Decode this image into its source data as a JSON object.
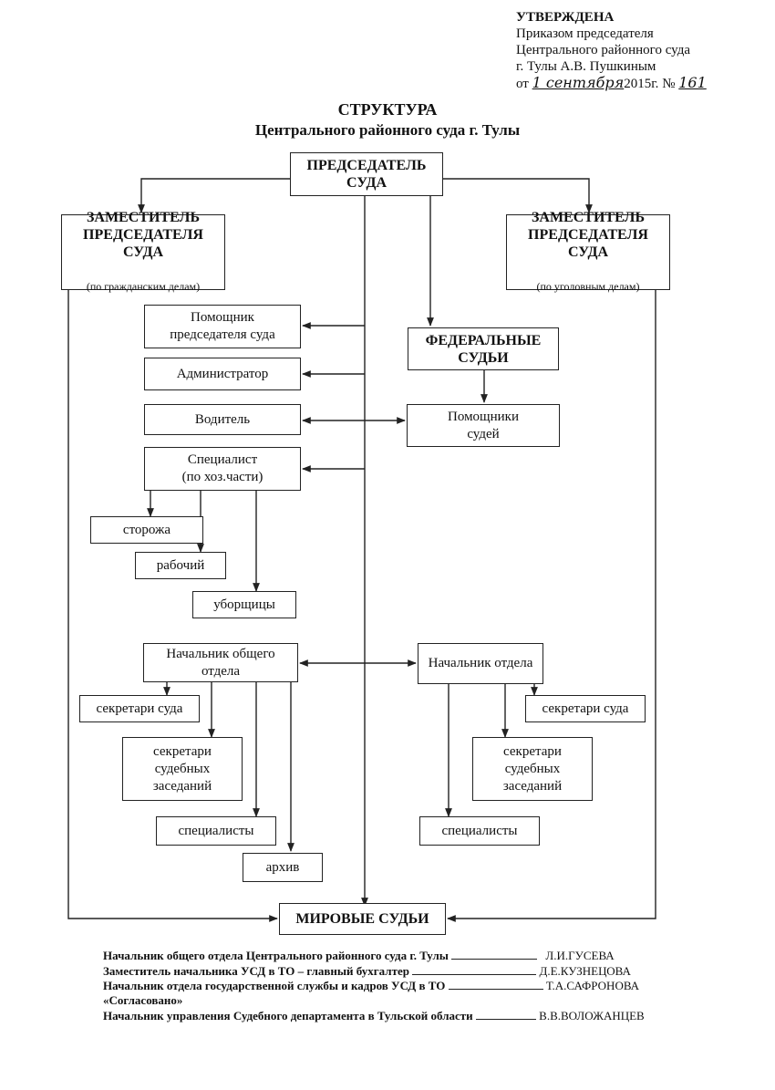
{
  "approval": {
    "line1": "УТВЕРЖДЕНА",
    "line2": "Приказом председателя",
    "line3": "Центрального районного суда",
    "line4": "г. Тулы А.В. Пушкиным",
    "from": "от",
    "date_handwritten": "1 сентября",
    "year": "2015г.",
    "number_label": "№",
    "number_handwritten": "161"
  },
  "title": {
    "line1": "СТРУКТУРА",
    "line2": "Центрального районного суда г. Тулы"
  },
  "boxes": {
    "chairman": "ПРЕДСЕДАТЕЛЬ\nСУДА",
    "deputy_civil": "ЗАМЕСТИТЕЛЬ\nПРЕДСЕДАТЕЛЯ\nСУДА",
    "deputy_civil_sub": "(по гражданским делам)",
    "deputy_criminal": "ЗАМЕСТИТЕЛЬ\nПРЕДСЕДАТЕЛЯ\nСУДА",
    "deputy_criminal_sub": "(по уголовным делам)",
    "assistant_chairman": "Помощник\nпредседателя суда",
    "administrator": "Администратор",
    "driver": "Водитель",
    "specialist_household": "Специалист\n(по хоз.части)",
    "guards": "сторожа",
    "worker": "рабочий",
    "cleaners": "уборщицы",
    "federal_judges": "ФЕДЕРАЛЬНЫЕ\nСУДЬИ",
    "judges_assistants": "Помощники\nсудей",
    "general_dept_head": "Начальник общего\nотдела",
    "dept_head": "Начальник отдела",
    "court_secretaries_left": "секретари суда",
    "session_secretaries_left": "секретари\nсудебных\nзаседаний",
    "specialists_left": "специалисты",
    "archive": "архив",
    "court_secretaries_right": "секретари суда",
    "session_secretaries_right": "секретари\nсудебных\nзаседаний",
    "specialists_right": "специалисты",
    "magistrates": "МИРОВЫЕ СУДЬИ"
  },
  "footer": [
    {
      "text": "Начальник общего отдела Центрального районного суда г. Тулы",
      "signature": "Л.И.ГУСЕВА"
    },
    {
      "text": "Заместитель начальника  УСД в ТО – главный бухгалтер",
      "signature": "Д.Е.КУЗНЕЦОВА"
    },
    {
      "text": "Начальник отдела государственной службы и кадров УСД в ТО",
      "signature": "Т.А.САФРОНОВА"
    },
    {
      "text": "«Согласовано»",
      "signature": ""
    },
    {
      "text": "Начальник управления Судебного департамента в Тульской области",
      "signature": "В.В.ВОЛОЖАНЦЕВ"
    }
  ]
}
